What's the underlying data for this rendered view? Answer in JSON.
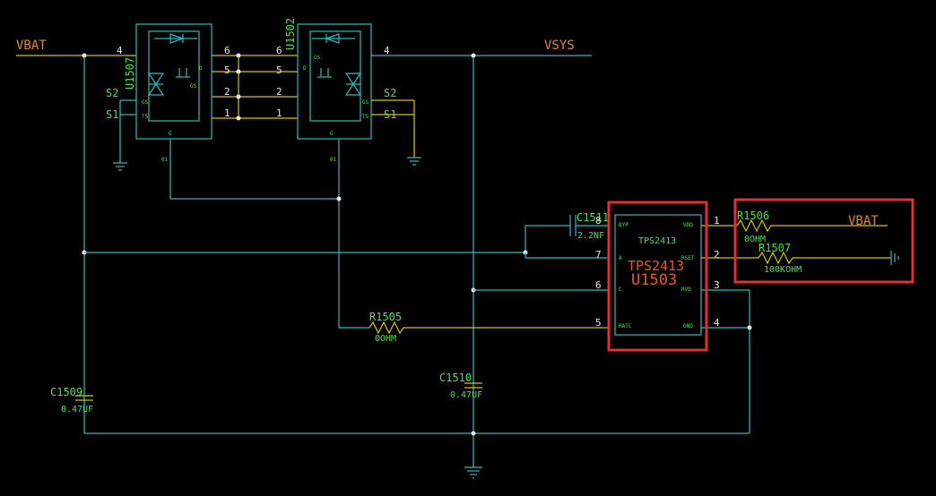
{
  "nets": {
    "vbat_left": "VBAT",
    "vsys": "VSYS",
    "vbat_right": "VBAT"
  },
  "u1507": {
    "ref": "U1507",
    "s2": "S2",
    "s1": "S1",
    "p_gs": "GS",
    "p_ts": "TS",
    "p_g": "G",
    "p_d": "D"
  },
  "u1502": {
    "ref": "U1502",
    "s2": "S2",
    "s1": "S1",
    "p_gs": "GS",
    "p_ts": "TS",
    "p_g": "G",
    "p_d": "D"
  },
  "bridge_pins": {
    "l4": "4",
    "l6": "6",
    "l5": "5",
    "l2": "2",
    "l1": "1",
    "r6": "6",
    "r5": "5",
    "r2": "2",
    "r1": "1",
    "r4": "4"
  },
  "u1503": {
    "ref": "U1503",
    "part": "TPS2413",
    "part_small": "TPS2413",
    "pin_byp": "BYP",
    "pin_a": "A",
    "pin_c": "C",
    "pin_ratc": "RATC",
    "pin_vdd": "VDD",
    "pin_rset": "RSET",
    "pin_rvd": "RVD",
    "pin_gnd": "GND",
    "pins": {
      "p8": "8",
      "p7": "7",
      "p6": "6",
      "p5": "5",
      "p1": "1",
      "p2": "2",
      "p3": "3",
      "p4": "4"
    }
  },
  "parts": {
    "c1511": {
      "ref": "C1511",
      "val": "2.2NF"
    },
    "r1506": {
      "ref": "R1506",
      "val": "0OHM"
    },
    "r1507": {
      "ref": "R1507",
      "val": "100KOHM"
    },
    "r1505": {
      "ref": "R1505",
      "val": "0OHM"
    },
    "c1509": {
      "ref": "C1509",
      "val": "0.47UF"
    },
    "c1510": {
      "ref": "C1510",
      "val": "0.47UF"
    }
  },
  "colors": {
    "wire": "#2bbcbc",
    "wire_yellow": "#d8c400",
    "ref_text": "#4ee04e",
    "net_text": "#e08a2a",
    "highlight": "#e03030",
    "background": "#000000"
  }
}
